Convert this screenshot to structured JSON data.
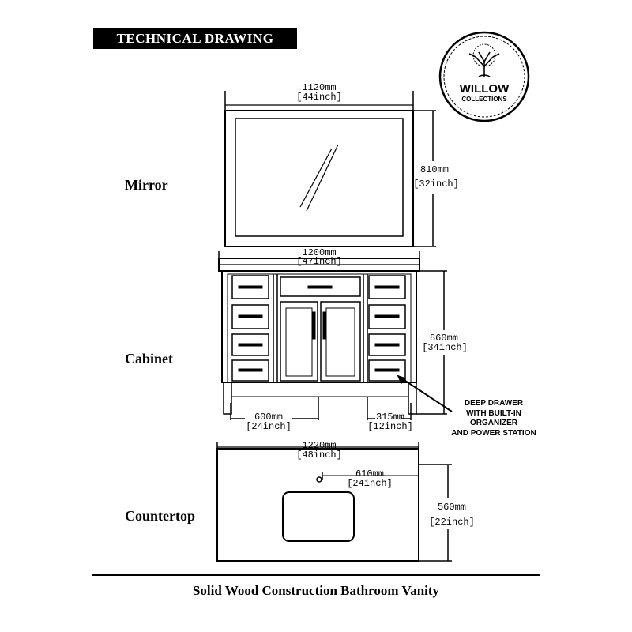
{
  "header": {
    "title": "TECHNICAL DRAWING"
  },
  "logo": {
    "line1": "WILLOW",
    "line2": "COLLECTIONS"
  },
  "sections": {
    "mirror": {
      "label": "Mirror",
      "width_mm": "1120mm",
      "width_in": "[44inch]",
      "height_mm": "810mm",
      "height_in": "[32inch]"
    },
    "cabinet": {
      "label": "Cabinet",
      "width_mm": "1200mm",
      "width_in": "[47inch]",
      "height_mm": "860mm",
      "height_in": "[34inch]",
      "sub_left_mm": "600mm",
      "sub_left_in": "[24inch]",
      "sub_right_mm": "315mm",
      "sub_right_in": "[12inch]",
      "callout": [
        "DEEP DRAWER",
        "WITH BUILT-IN",
        "ORGANIZER",
        "AND POWER STATION"
      ]
    },
    "countertop": {
      "label": "Countertop",
      "width_mm": "1220mm",
      "width_in": "[48inch]",
      "faucet_mm": "610mm",
      "faucet_in": "[24inch]",
      "depth_mm": "560mm",
      "depth_in": "[22inch]"
    }
  },
  "footer": {
    "caption": "Solid Wood Construction Bathroom Vanity"
  }
}
